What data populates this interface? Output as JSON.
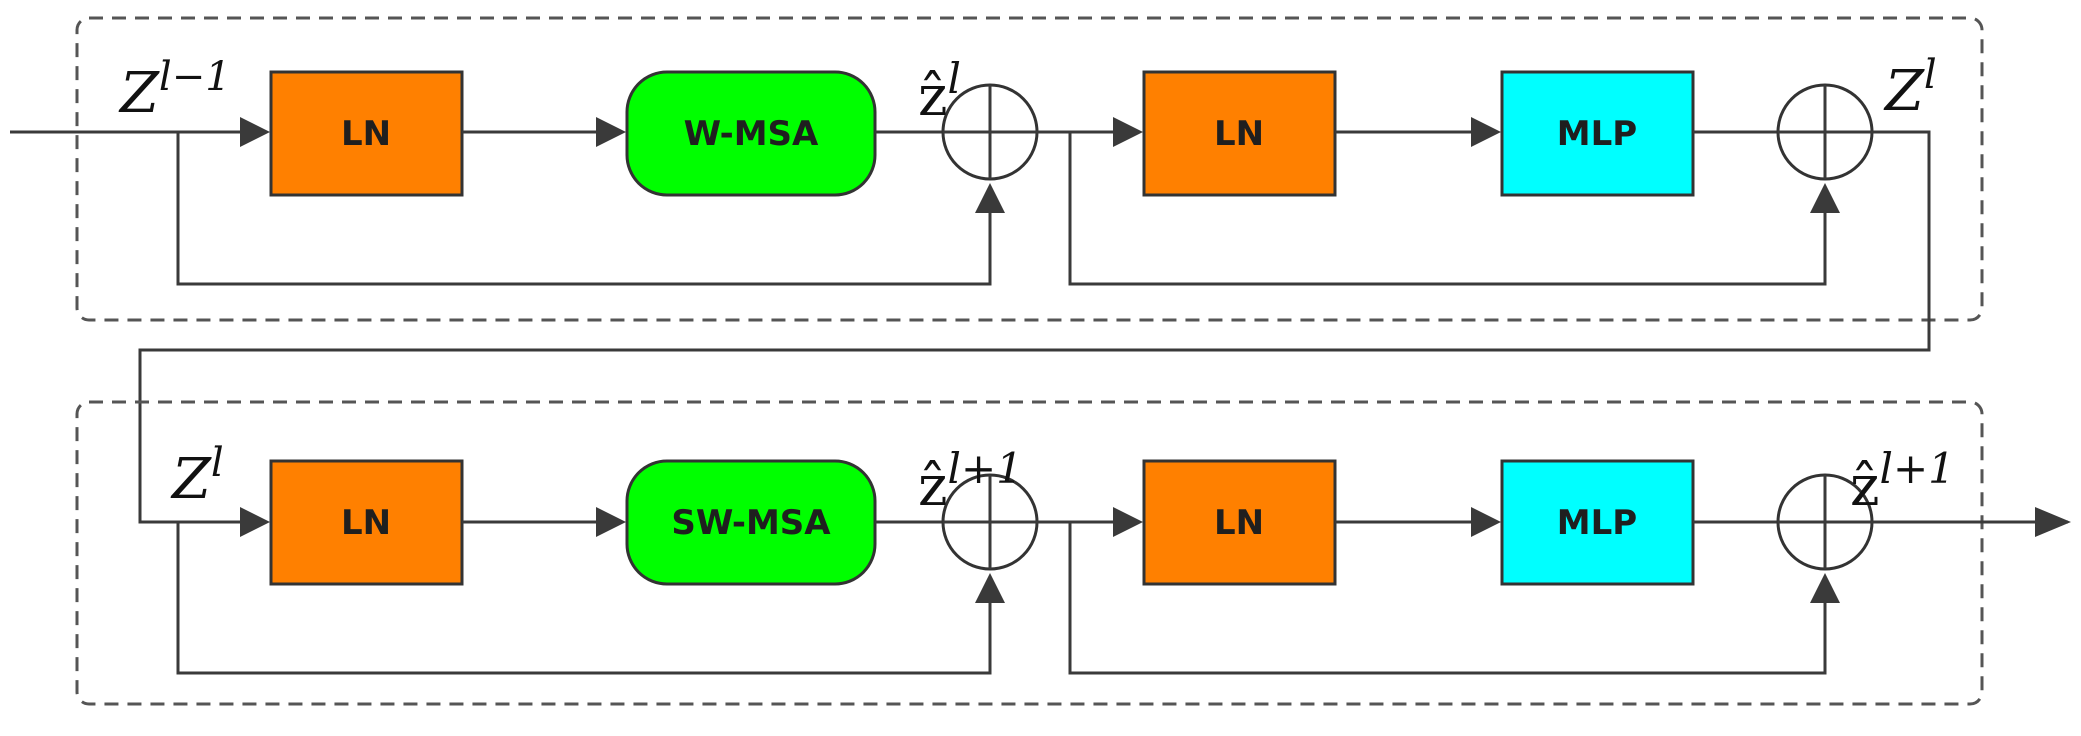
{
  "colors": {
    "ln": "#ff8000",
    "msa": "#00ff00",
    "mlp": "#00ffff",
    "line": "#3a3a3a"
  },
  "top_block": {
    "input_label": {
      "base": "Z",
      "sup": "l−1"
    },
    "ln1": "LN",
    "attention": "W-MSA",
    "mid_label": {
      "base": "ẑ",
      "sup": "l"
    },
    "ln2": "LN",
    "mlp": "MLP",
    "output_label": {
      "base": "Z",
      "sup": "l"
    }
  },
  "bottom_block": {
    "input_label": {
      "base": "Z",
      "sup": "l"
    },
    "ln1": "LN",
    "attention": "SW-MSA",
    "mid_label": {
      "base": "ẑ",
      "sup": "l+1"
    },
    "ln2": "LN",
    "mlp": "MLP",
    "output_label": {
      "base": "ẑ",
      "sup": "l+1"
    }
  }
}
